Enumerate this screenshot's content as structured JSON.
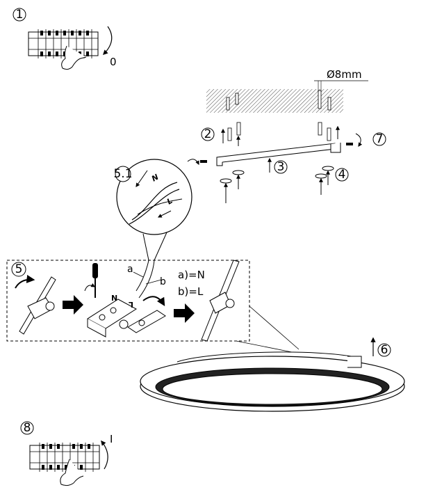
{
  "steps": {
    "s1": "1",
    "s2": "2",
    "s3": "3",
    "s4": "4",
    "s5": "5",
    "s5_1": "5.1",
    "s6": "6",
    "s7": "7",
    "s8": "8"
  },
  "labels": {
    "switch_off": "0",
    "switch_on": "I",
    "drill_diameter": "Ø8mm",
    "wire_a": "a",
    "wire_b": "b",
    "wire_a_eq": "a)=N",
    "wire_b_eq": "b)=L",
    "terminal_n": "N",
    "terminal_l": "L",
    "detail_n": "N",
    "detail_l": "L"
  }
}
